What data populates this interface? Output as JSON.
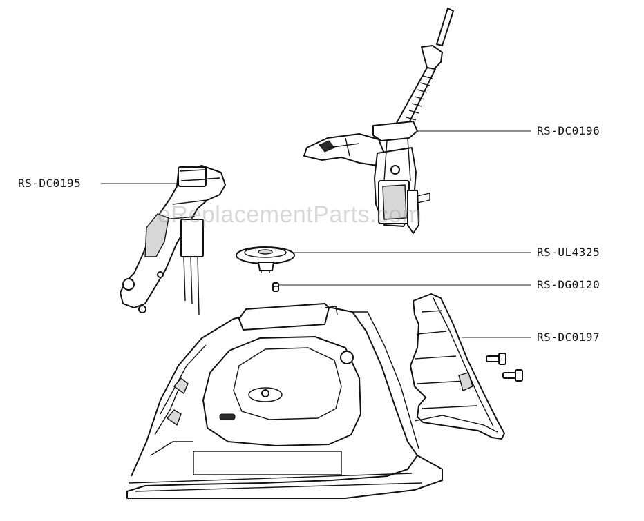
{
  "diagram": {
    "callouts": {
      "dc0195": "RS-DC0195",
      "dc0196": "RS-DC0196",
      "ul4325": "RS-UL4325",
      "dg0120": "RS-DG0120",
      "dc0197": "RS-DC0197"
    },
    "watermark": "eReplacementParts.com",
    "colors": {
      "line": "#111111",
      "background": "#ffffff",
      "watermark": "#969696"
    }
  }
}
